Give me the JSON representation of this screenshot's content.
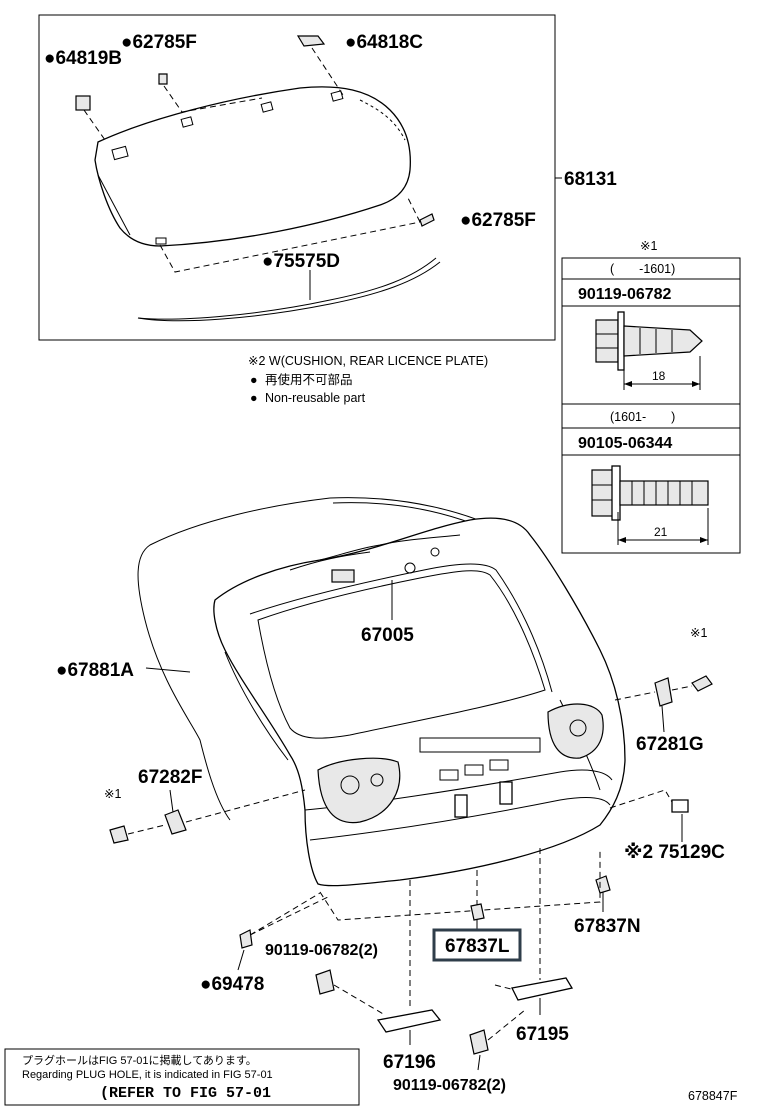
{
  "labels": {
    "p64819B": "●64819B",
    "p62785F_top": "●62785F",
    "p64818C": "●64818C",
    "p68131": "68131",
    "p62785F_right": "●62785F",
    "p75575D": "●75575D",
    "p67005": "67005",
    "p67881A": "●67881A",
    "p67281G": "67281G",
    "p67282F": "67282F",
    "p75129C": "※2 75129C",
    "p67837N": "67837N",
    "p67837L": "67837L",
    "p90119_left": "90119-06782(2)",
    "p69478": "●69478",
    "p67195": "67195",
    "p67196": "67196",
    "p90119_bottom": "90119-06782(2)",
    "mark1_right": "※1",
    "mark1_left": "※1"
  },
  "notes": {
    "w2": "※2 W(CUSHION, REAR LICENCE PLATE)",
    "jp_nonreusable": "再使用不可部品",
    "en_nonreusable": "Non-reusable part",
    "bullet": "●"
  },
  "bolt_table": {
    "title": "※1",
    "row1_range": "(　　-1601)",
    "row1_part": "90119-06782",
    "row1_dim": "18",
    "row2_range": "(1601-　　)",
    "row2_part": "90105-06344",
    "row2_dim": "21"
  },
  "footer": {
    "jp": "プラグホールはFIG 57-01に掲載してあります。",
    "en": "Regarding PLUG HOLE, it is indicated in FIG 57-01",
    "ref": "(REFER TO FIG 57-01",
    "figure_id": "678847F"
  }
}
